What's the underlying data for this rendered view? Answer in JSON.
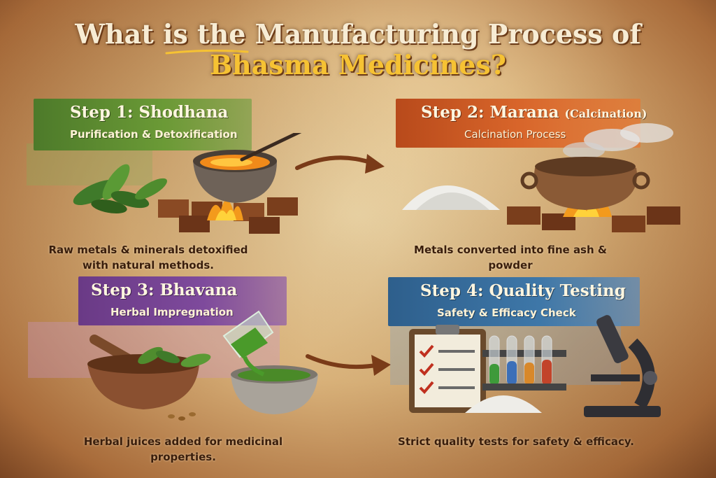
{
  "title": {
    "line1": "What is the Manufacturing Process of",
    "line2": "Bhasma Medicines?"
  },
  "steps": [
    {
      "label": "Step 1: Shodhana",
      "subtitle": "Purification & Detoxification",
      "description_line1": "Raw metals & minerals detoxified",
      "description_line2": "with natural methods.",
      "color": "#5e8c30"
    },
    {
      "label_main": "Step 2: Marana",
      "label_paren": "(Calcination)",
      "subtitle": "Calcination Process",
      "description": "Metals converted into fine ash & powder",
      "color": "#d25a22"
    },
    {
      "label": "Step 3: Bhavana",
      "subtitle": "Herbal Impregnation",
      "description": "Herbal juices added for medicinal properties.",
      "color": "#74449a"
    },
    {
      "label": "Step 4: Quality Testing",
      "subtitle": "Safety & Efficacy Check",
      "description": "Strict quality tests for safety & efficacy.",
      "color": "#366c9c"
    }
  ],
  "colors": {
    "title_light": "#f7ecd4",
    "title_accent": "#f6c233",
    "arrow": "#7a3b18",
    "text_dark": "#3a1e0c"
  },
  "icons": [
    "herbs-icon",
    "fire-pot-icon",
    "ash-pile-icon",
    "mortar-pestle-icon",
    "pouring-glass-icon",
    "clipboard-checklist-icon",
    "test-tubes-icon",
    "microscope-icon"
  ]
}
